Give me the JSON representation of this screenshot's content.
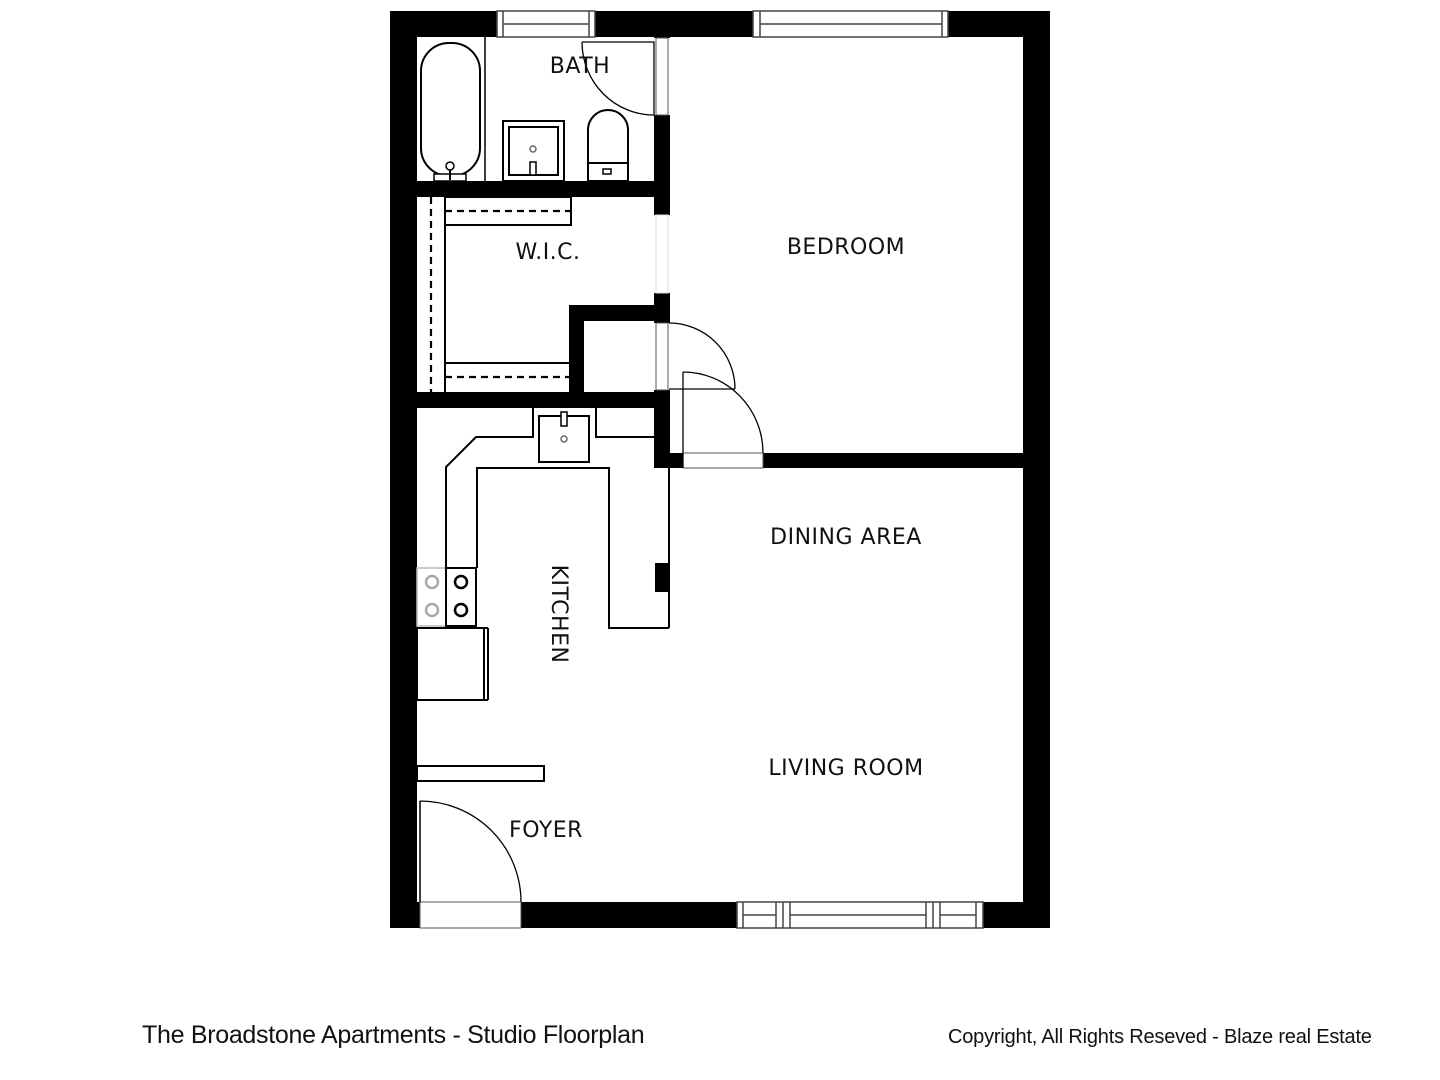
{
  "title": "The Broadstone Apartments - Studio Floorplan",
  "copyright": "Copyright, All Rights Reseved - Blaze real Estate",
  "rooms": {
    "bath": "BATH",
    "wic": "W.I.C.",
    "bedroom": "BEDROOM",
    "kitchen": "KITCHEN",
    "dining": "DINING AREA",
    "living": "LIVING ROOM",
    "foyer": "FOYER"
  },
  "colors": {
    "wall": "#000000",
    "background": "#ffffff",
    "fixture_line": "#000000",
    "inactive_burner": "#aaaaaa"
  }
}
